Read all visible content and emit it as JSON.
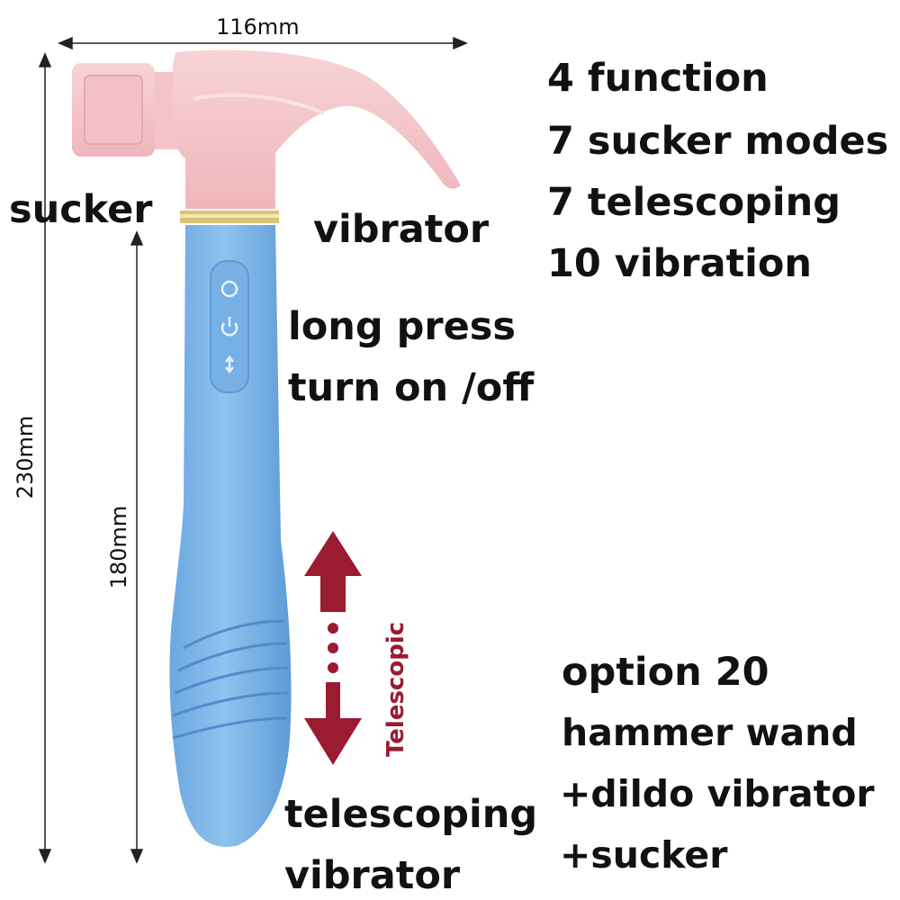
{
  "dimensions": {
    "width_label": "116mm",
    "total_length_label": "230mm",
    "handle_length_label": "180mm"
  },
  "parts": {
    "sucker": "sucker",
    "vibrator": "vibrator",
    "button_hint_line1": "long press",
    "button_hint_line2": "turn on /off",
    "telescoping_line1": "telescoping",
    "telescoping_line2": "vibrator",
    "telescopic_tag": "Telescopic"
  },
  "features": [
    "4 function",
    "7 sucker modes",
    "7 telescoping",
    "10 vibration"
  ],
  "option": {
    "line1": "option  20",
    "line2": "hammer wand",
    "line3": "+dildo vibrator",
    "line4": "+sucker"
  },
  "colors": {
    "head": "#f5c6ca",
    "handle": "#7fb8e8",
    "arrow": "#9b1b30",
    "ring": "#d9c27a"
  },
  "icons": [
    "circle-icon",
    "power-icon",
    "up-down-icon"
  ]
}
